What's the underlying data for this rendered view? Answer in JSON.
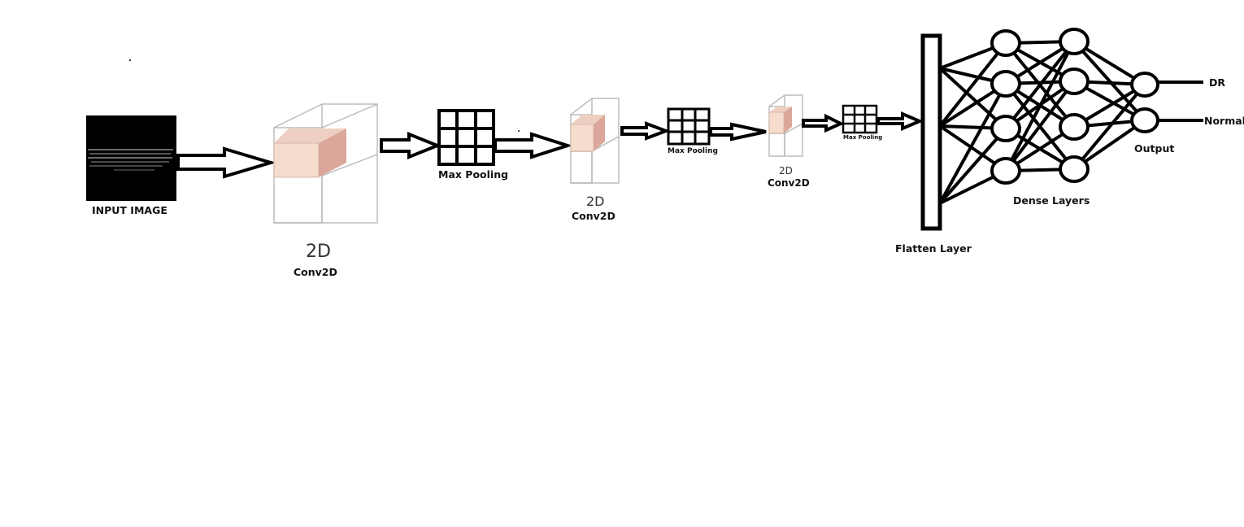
{
  "labels": {
    "input_image": "INPUT IMAGE",
    "conv2d_1_tag": "2D",
    "conv2d_1": "Conv2D",
    "maxpool_1": "Max Pooling",
    "conv2d_2_tag": "2D",
    "conv2d_2": "Conv2D",
    "maxpool_2": "Max Pooling",
    "conv2d_3_tag": "2D",
    "conv2d_3": "Conv2D",
    "maxpool_3": "Max Pooling",
    "flatten": "Flatten Layer",
    "dense": "Dense Layers",
    "output": "Output",
    "class_dr": "DR",
    "class_normal": "Normal"
  },
  "colors": {
    "line": "#000000",
    "cube_face": "#f6dccd",
    "cube_side": "#dca79b",
    "cube_top": "#eed0c2",
    "cube_outline": "#b8b8b8",
    "input_bg": "#000000"
  },
  "network": {
    "dense_layer_1_nodes": 4,
    "dense_layer_2_nodes": 4,
    "output_nodes": 2
  }
}
